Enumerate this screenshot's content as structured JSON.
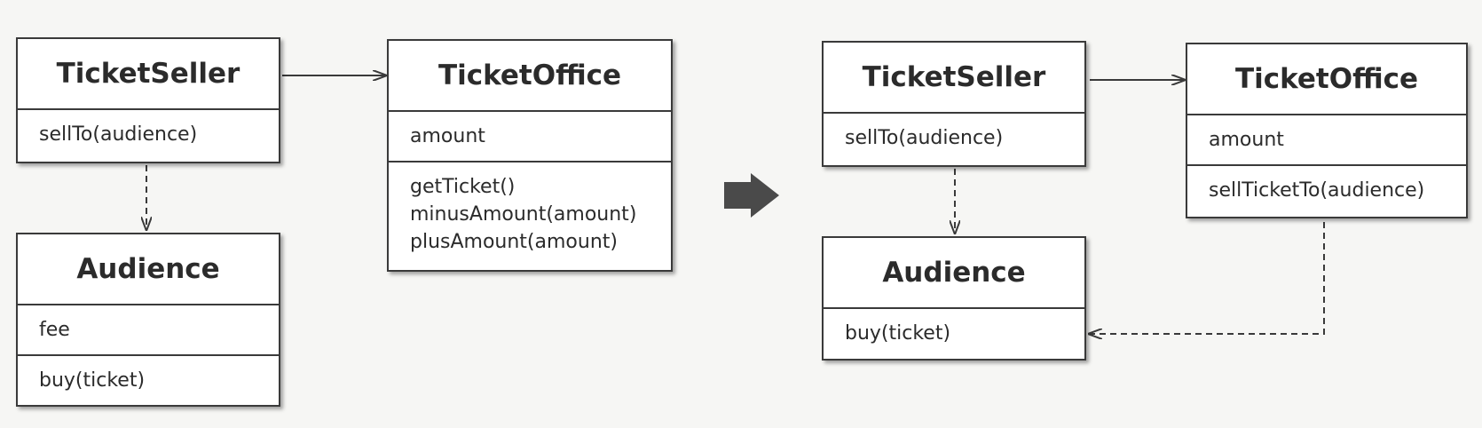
{
  "colors": {
    "background": "#f6f6f4",
    "box_border": "#3a3a3a",
    "box_fill": "#ffffff",
    "arrow": "#3a3a3a",
    "transition_arrow": "#4a4a4a"
  },
  "before": {
    "ticket_seller": {
      "name": "TicketSeller",
      "attributes": [],
      "operations": [
        "sellTo(audience)"
      ]
    },
    "ticket_office": {
      "name": "TicketOffice",
      "attributes": [
        "amount"
      ],
      "operations": [
        "getTicket()",
        "minusAmount(amount)",
        "plusAmount(amount)"
      ]
    },
    "audience": {
      "name": "Audience",
      "attributes": [
        "fee"
      ],
      "operations": [
        "buy(ticket)"
      ]
    }
  },
  "after": {
    "ticket_seller": {
      "name": "TicketSeller",
      "attributes": [],
      "operations": [
        "sellTo(audience)"
      ]
    },
    "ticket_office": {
      "name": "TicketOffice",
      "attributes": [
        "amount"
      ],
      "operations": [
        "sellTicketTo(audience)"
      ]
    },
    "audience": {
      "name": "Audience",
      "attributes": [],
      "operations": [
        "buy(ticket)"
      ]
    }
  }
}
